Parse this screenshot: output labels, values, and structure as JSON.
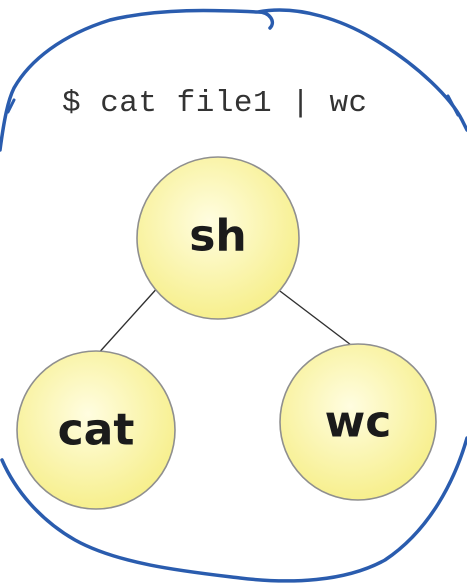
{
  "command": "$ cat file1 | wc",
  "tree": {
    "root": {
      "label": "sh"
    },
    "children": [
      {
        "label": "cat"
      },
      {
        "label": "wc"
      }
    ]
  },
  "colors": {
    "node_fill": "#fbf7a0",
    "node_stroke": "#8f8f8f",
    "edge": "#303030",
    "annotation": "#2a5cae"
  }
}
